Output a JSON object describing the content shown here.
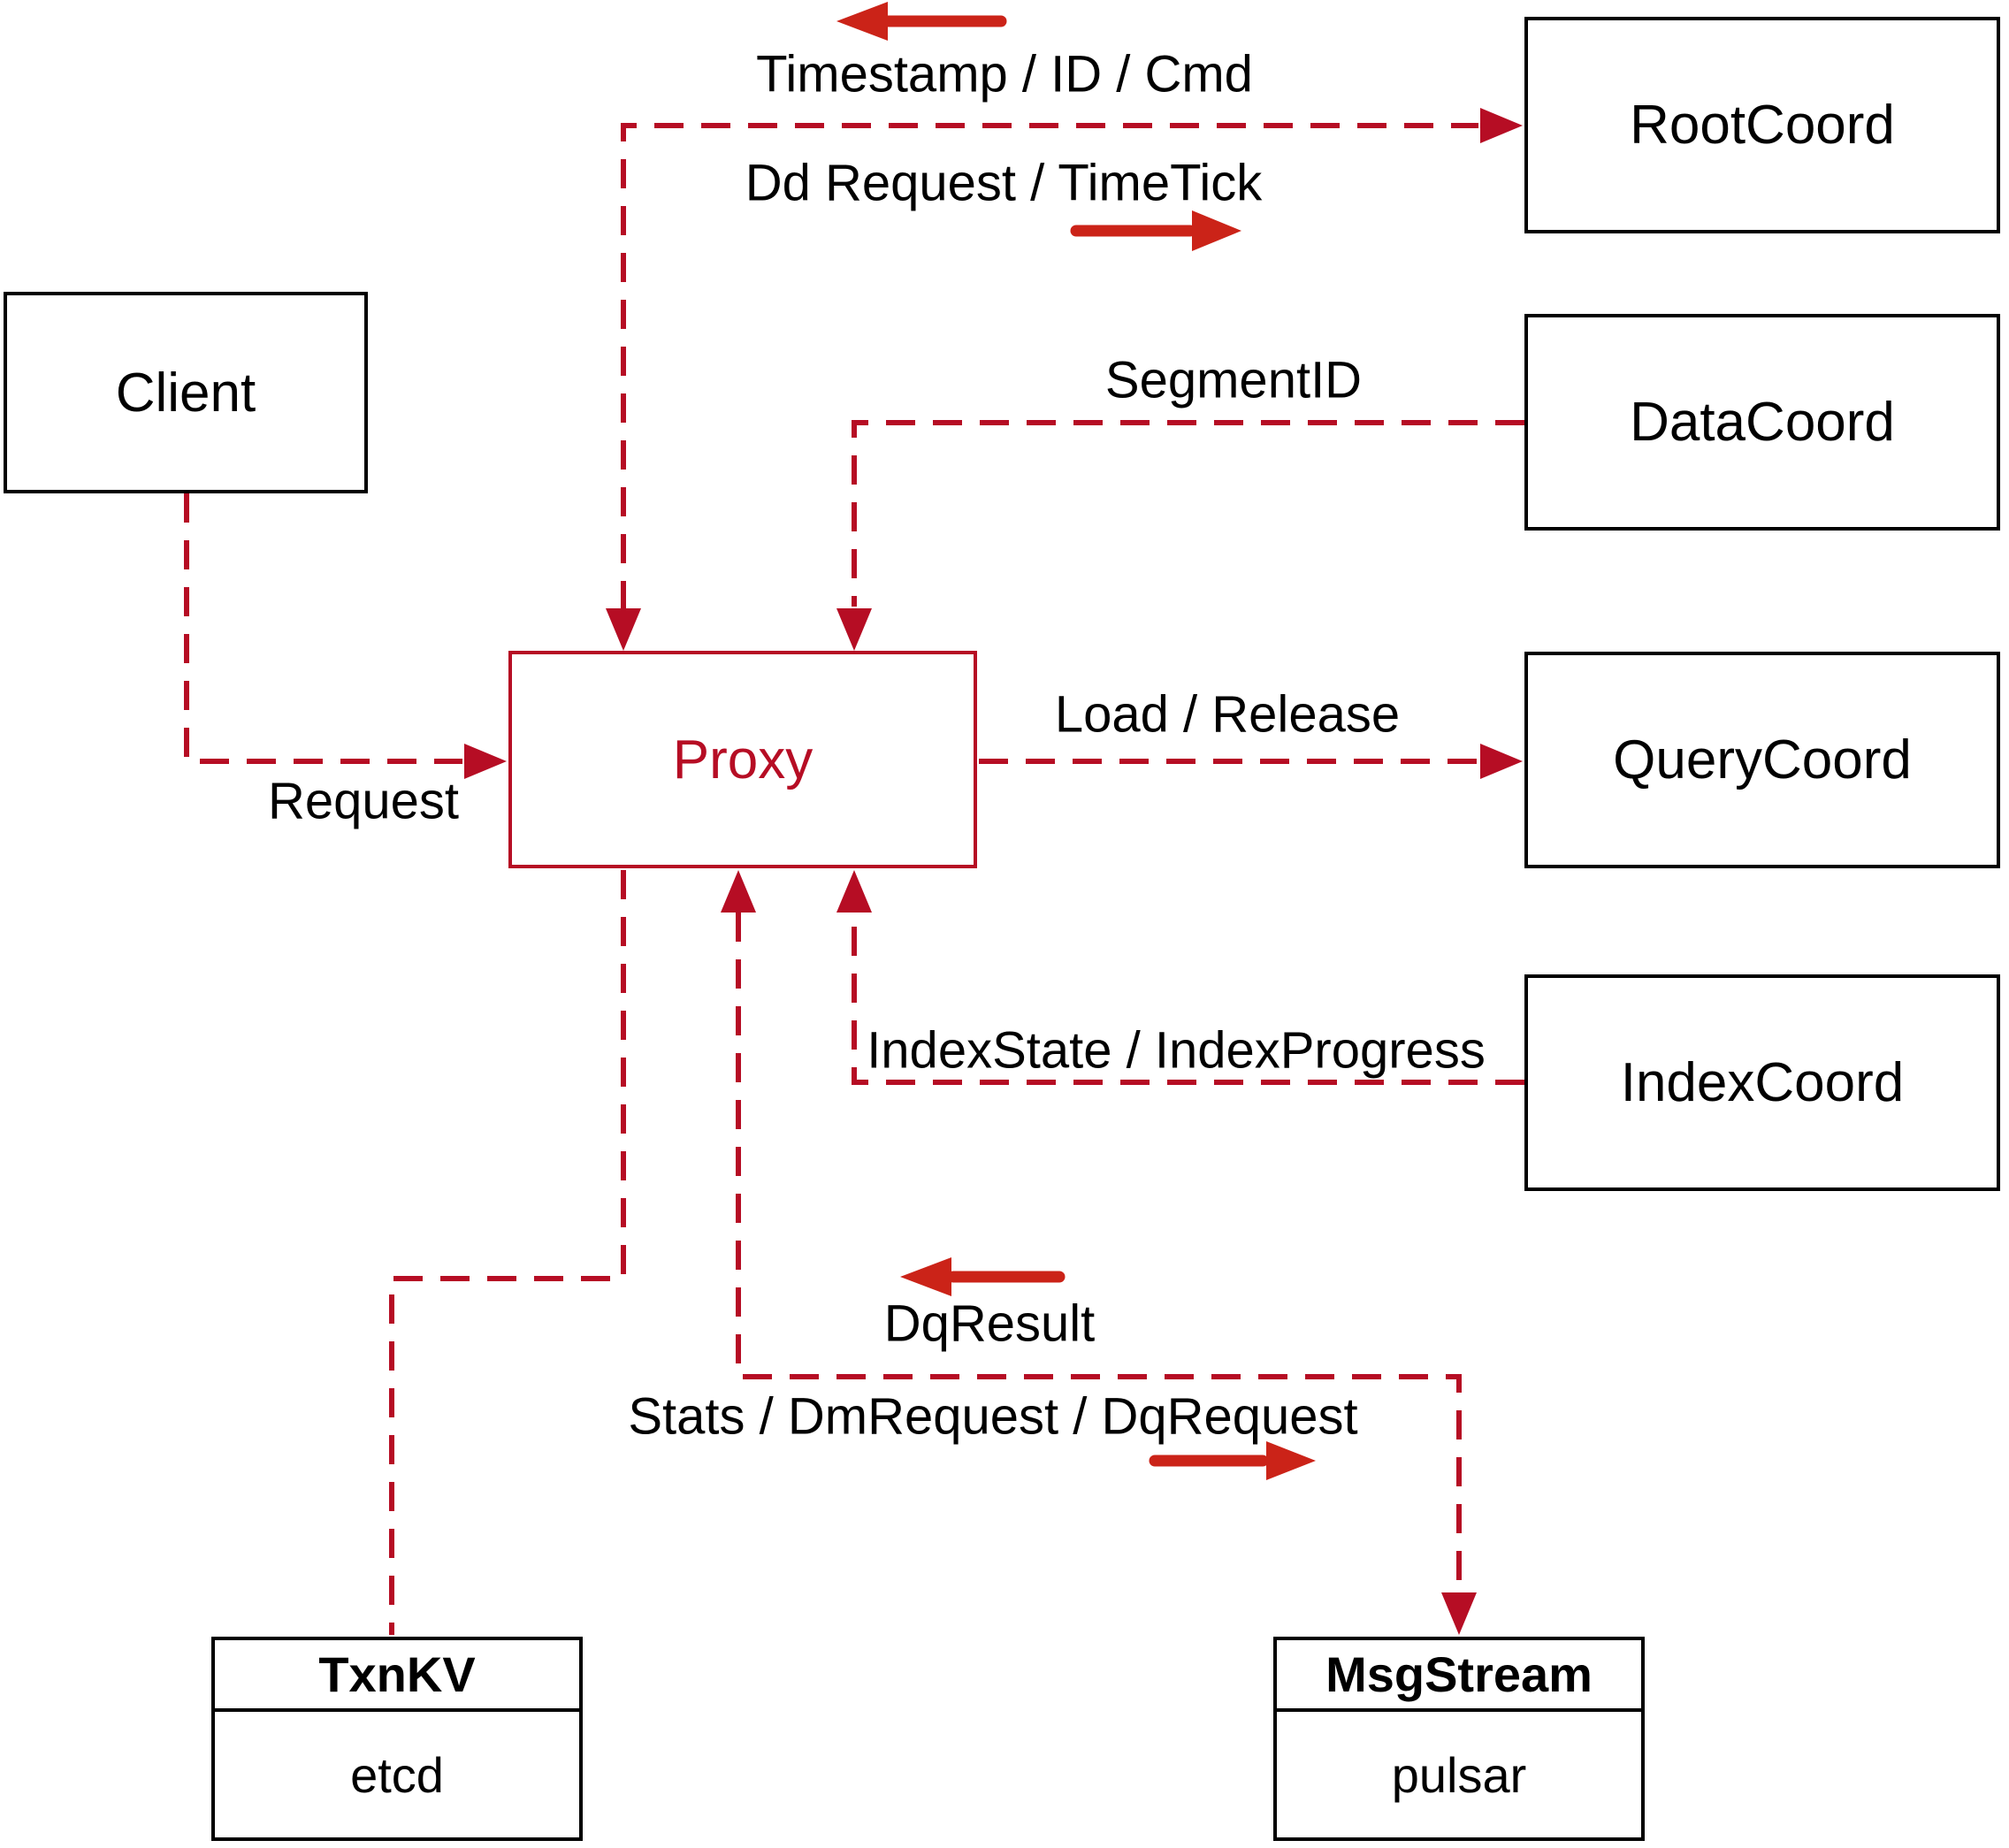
{
  "diagram": {
    "title_hint": "Proxy interaction architecture diagram",
    "nodes": {
      "client": {
        "label": "Client"
      },
      "rootcoord": {
        "label": "RootCoord"
      },
      "datacoord": {
        "label": "DataCoord"
      },
      "querycoord": {
        "label": "QueryCoord"
      },
      "indexcoord": {
        "label": "IndexCoord"
      },
      "proxy": {
        "label": "Proxy"
      },
      "txnkv": {
        "title": "TxnKV",
        "impl": "etcd"
      },
      "msgstream": {
        "title": "MsgStream",
        "impl": "pulsar"
      }
    },
    "edge_labels": {
      "timestamp_id_cmd": "Timestamp / ID / Cmd",
      "dd_request_timetick": "Dd Request / TimeTick",
      "segment_id": "SegmentID",
      "request": "Request",
      "load_release": "Load / Release",
      "index_state_progress": "IndexState / IndexProgress",
      "dq_result": "DqResult",
      "stats_dm_dq": "Stats / DmRequest / DqRequest"
    },
    "colors": {
      "dashed_red": "#B60D24",
      "arrow_red": "#CB2318",
      "border_black": "#000000",
      "text_black": "#000000",
      "background": "#FFFFFF"
    }
  }
}
